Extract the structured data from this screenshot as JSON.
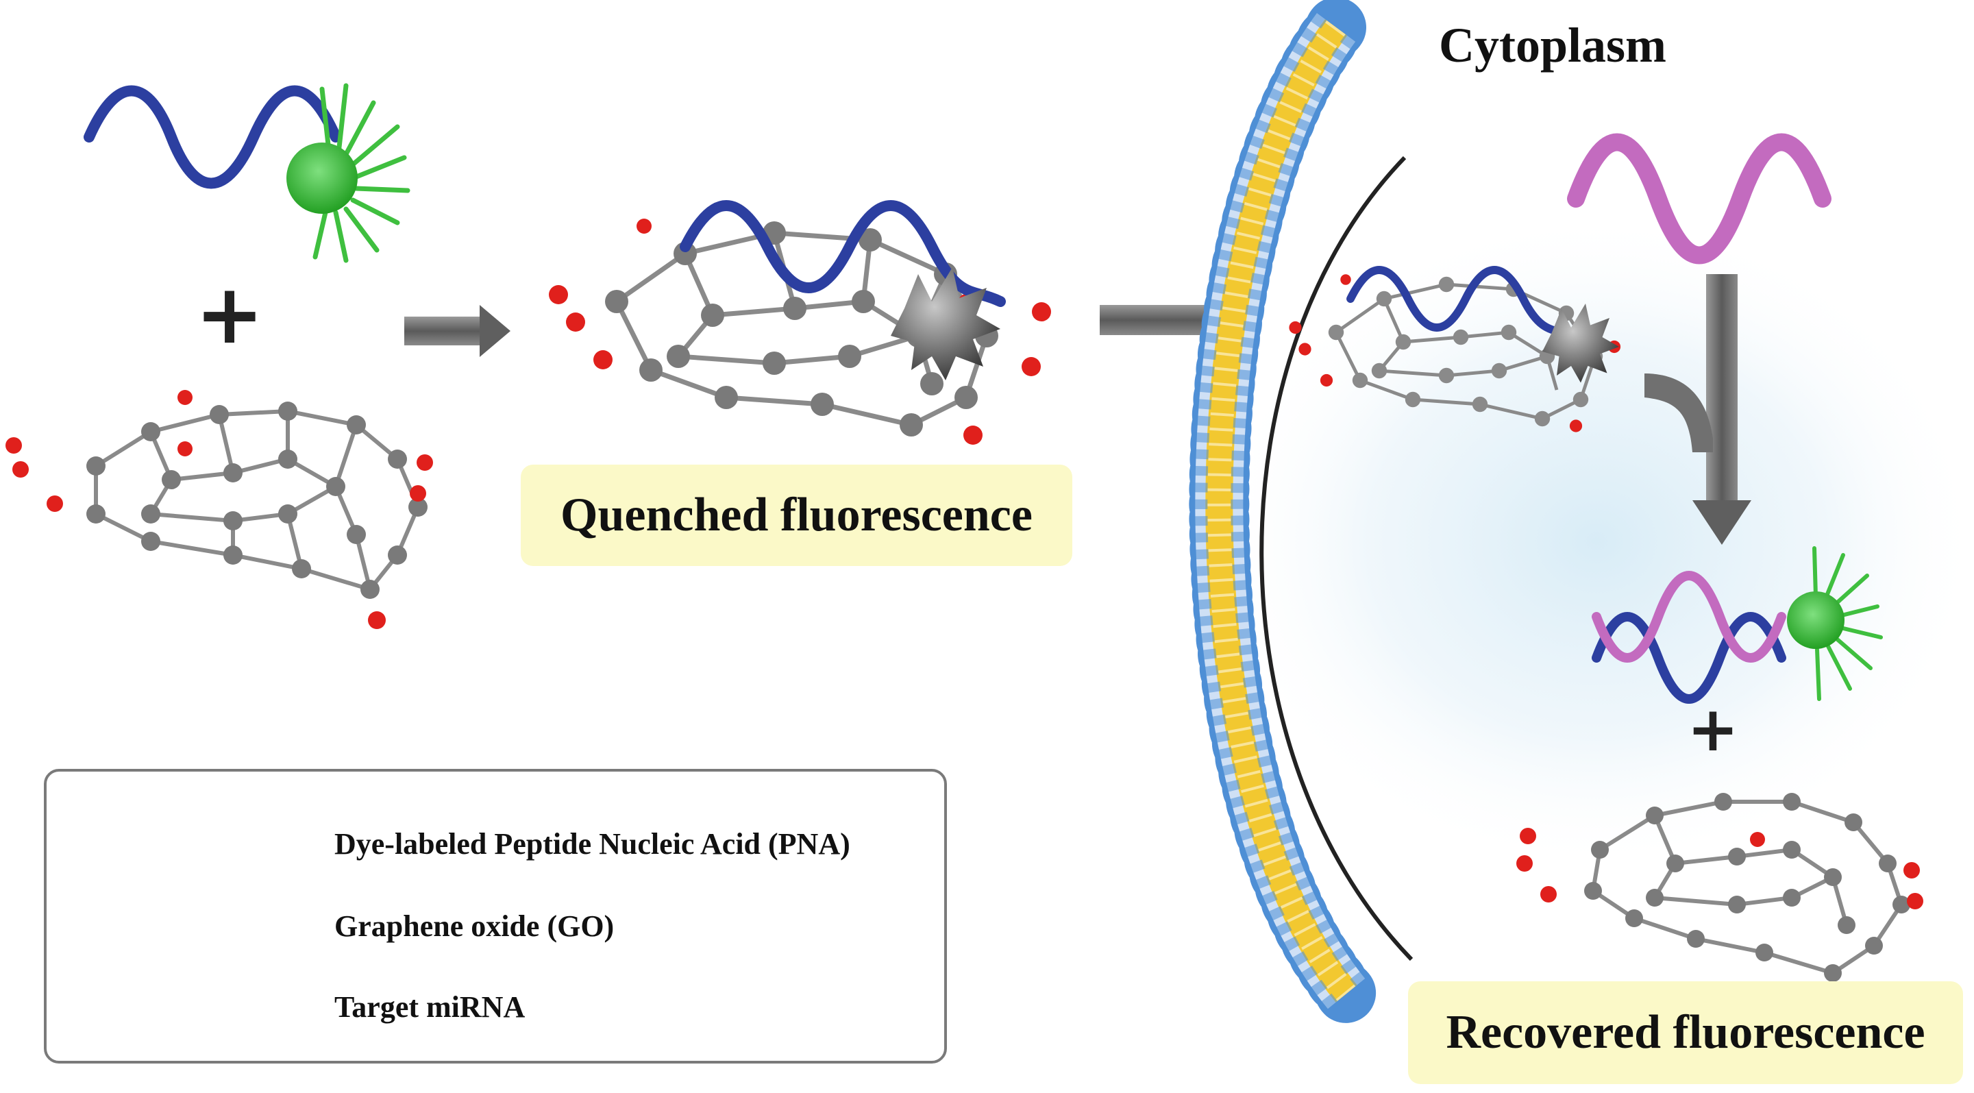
{
  "labels": {
    "cytoplasm": "Cytoplasm",
    "quenched": "Quenched fluorescence",
    "recovered": "Recovered fluorescence",
    "plus": "+"
  },
  "legend": {
    "items": [
      {
        "text": "Dye-labeled Peptide Nucleic Acid (PNA)",
        "icon": "pna-dye-icon"
      },
      {
        "text": "Graphene oxide (GO)",
        "icon": "graphene-oxide-icon"
      },
      {
        "text": "Target miRNA",
        "icon": "mirna-icon"
      }
    ]
  },
  "colors": {
    "pna": "#2c3fa0",
    "mirna": "#c36bbf",
    "dye": "#3fbf3f",
    "quenched_dye": "#707070",
    "carbon": "#8a8a8a",
    "oxygen": "#e0201c",
    "membrane_head": "#4f8fd6",
    "membrane_core": "#f2c830",
    "label_bg": "#fbf9c8",
    "arrow": "#6f6f6f"
  }
}
